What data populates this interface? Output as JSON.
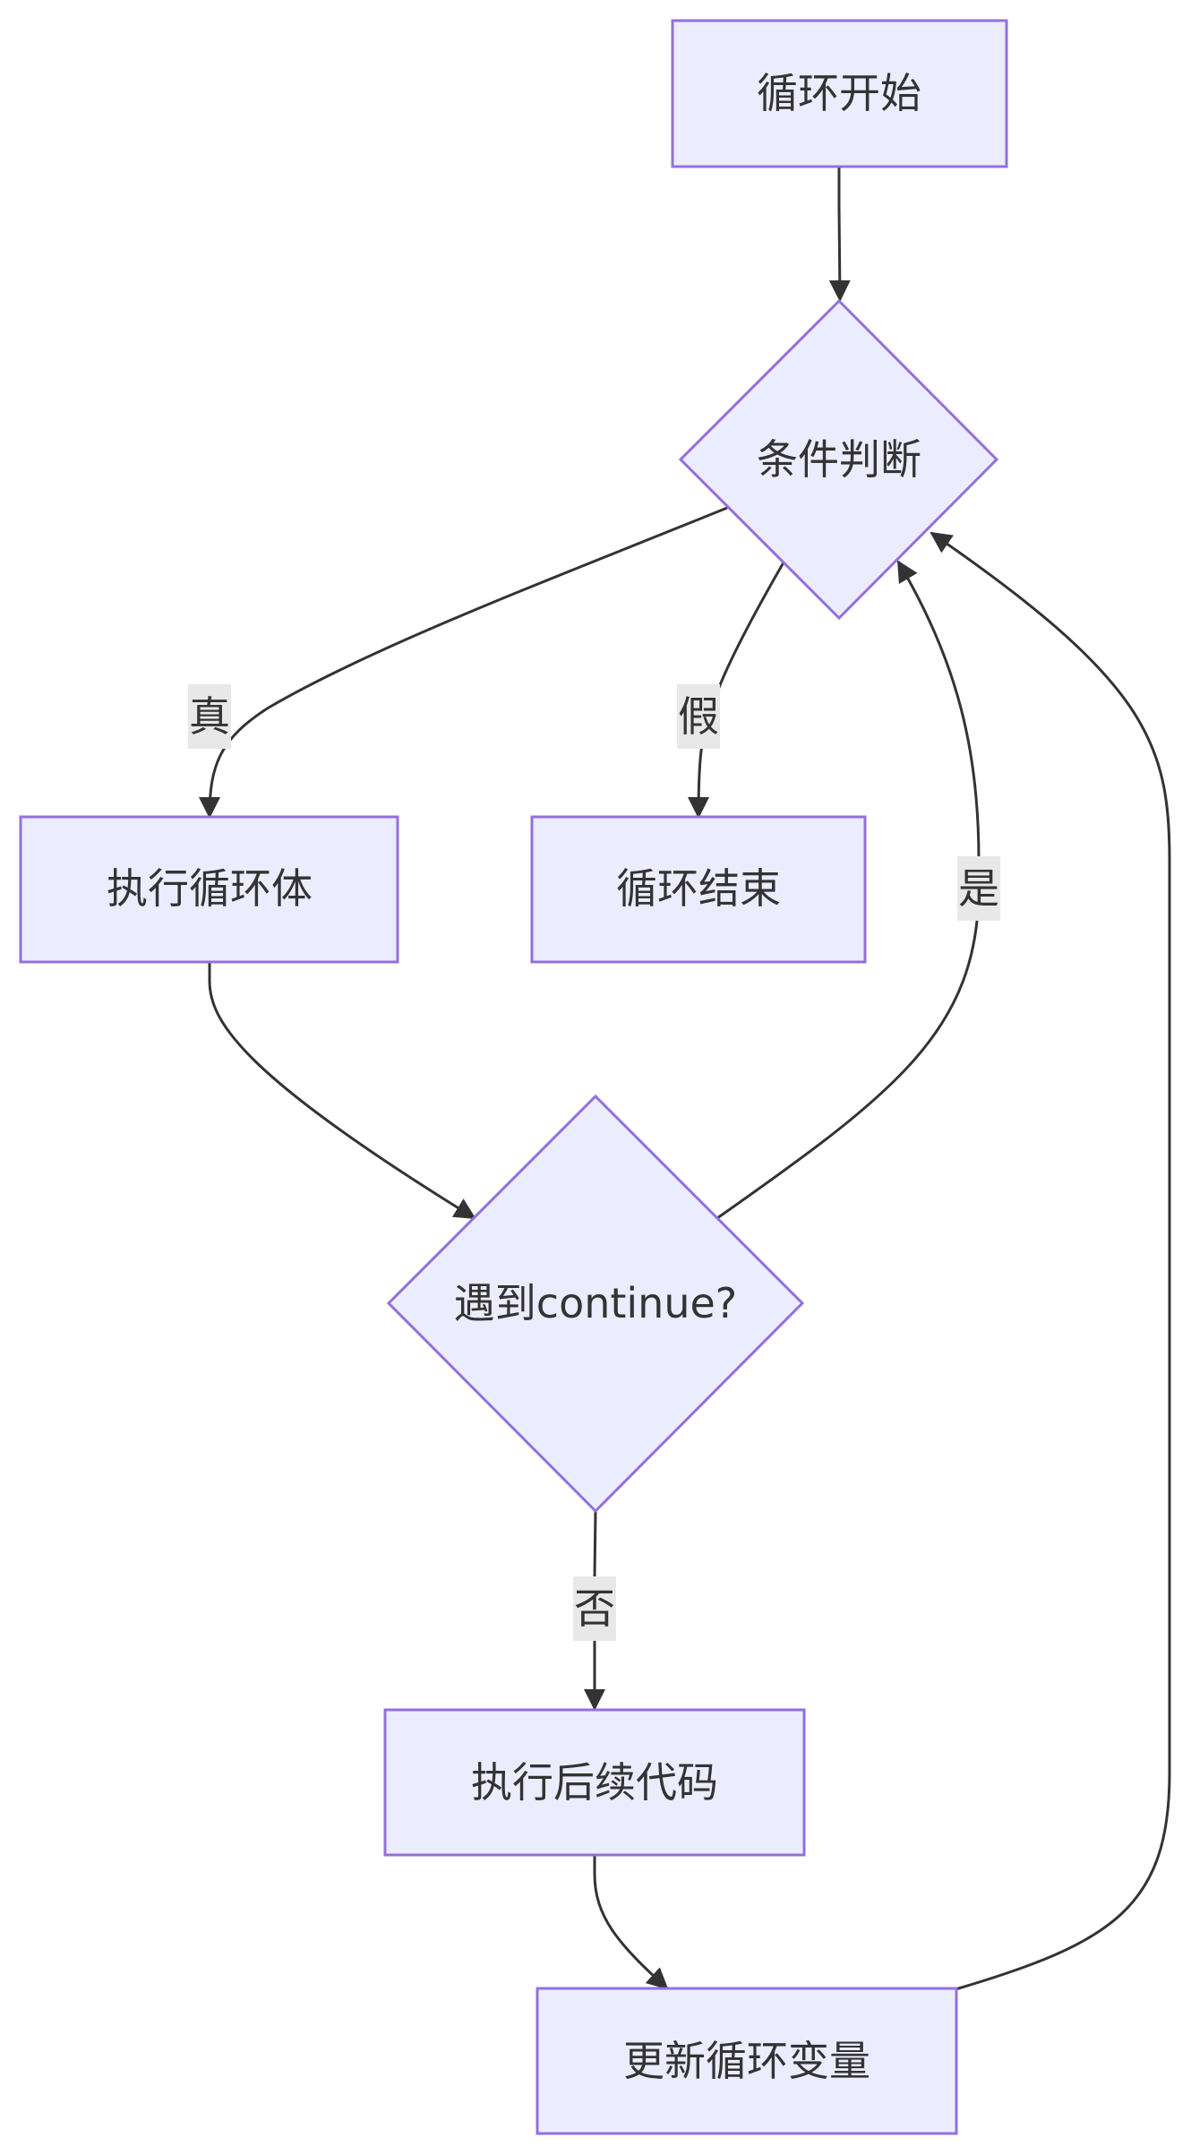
{
  "nodes": {
    "loop_start": "循环开始",
    "condition": "条件判断",
    "execute_body": "执行循环体",
    "loop_end": "循环结束",
    "continue_check": "遇到continue?",
    "execute_rest": "执行后续代码",
    "update_var": "更新循环变量"
  },
  "edges": {
    "true_label": "真",
    "false_label": "假",
    "yes_label": "是",
    "no_label": "否"
  },
  "colors": {
    "node_fill": "#ECECFF",
    "node_stroke": "#9370DB",
    "edge": "#333333",
    "label_bg": "#e8e8e8"
  }
}
